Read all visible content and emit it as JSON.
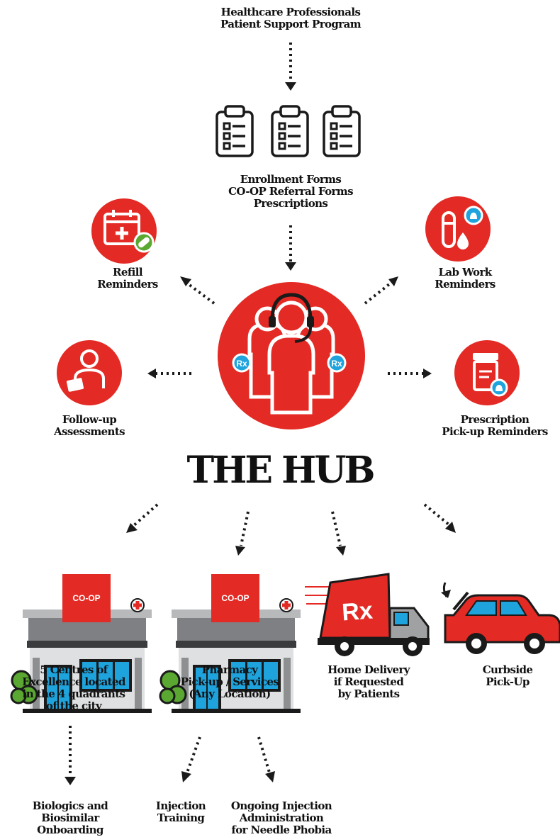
{
  "header": {
    "line1": "Healthcare Professionals",
    "line2": "Patient Support Program"
  },
  "forms": {
    "line1": "Enrollment Forms",
    "line2": "CO-OP Referral Forms",
    "line3": "Prescriptions"
  },
  "hub": {
    "title": "THE HUB",
    "rx_badge": "Rx"
  },
  "services": {
    "refill": {
      "line1": "Refill",
      "line2": "Reminders"
    },
    "lab": {
      "line1": "Lab Work",
      "line2": "Reminders"
    },
    "followup": {
      "line1": "Follow-up",
      "line2": "Assessments"
    },
    "prescription": {
      "line1": "Prescription",
      "line2": "Pick-up Reminders"
    }
  },
  "outlets": {
    "centres": {
      "line1": "5 Centres of",
      "line2": "Excellence located",
      "line3": "in the 4 quadrants",
      "line4": "of the city"
    },
    "pharmacy": {
      "line1": "Pharmacy",
      "line2": "Pick-up / Services",
      "line3": "(Any Location)"
    },
    "delivery": {
      "line1": "Home Delivery",
      "line2": "if Requested",
      "line3": "by Patients"
    },
    "curbside": {
      "line1": "Curbside",
      "line2": "Pick-Up"
    }
  },
  "store": {
    "sign": "CO-OP"
  },
  "sub": {
    "biologics": {
      "line1": "Biologics and",
      "line2": "Biosimilar",
      "line3": "Onboarding"
    },
    "injection_training": {
      "line1": "Injection",
      "line2": "Training"
    },
    "ongoing": {
      "line1": "Ongoing Injection",
      "line2": "Administration",
      "line3": "for Needle Phobia"
    }
  },
  "colors": {
    "red": "#e42a24",
    "blue": "#1ea3dc",
    "green": "#5aa832",
    "gray": "#8d8f91",
    "dark": "#1a1a1a"
  }
}
